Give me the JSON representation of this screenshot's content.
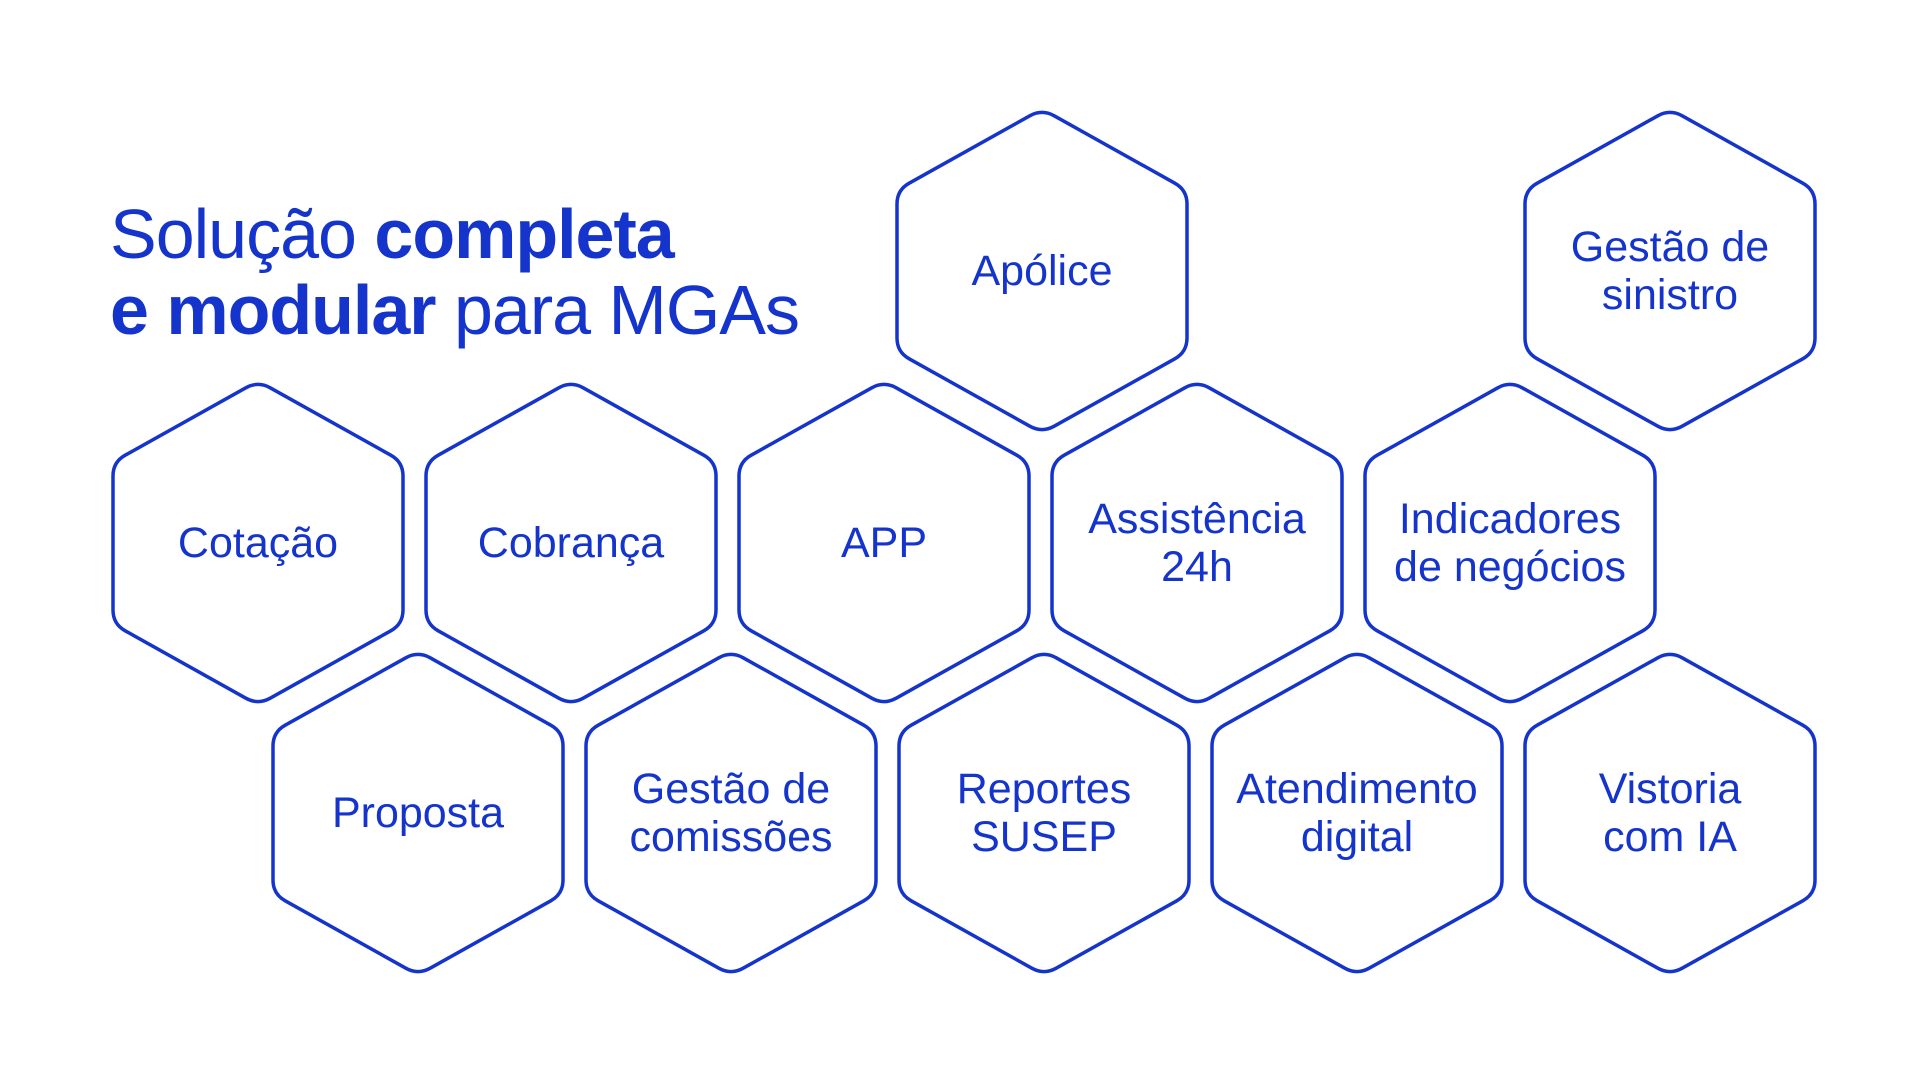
{
  "headline": {
    "line1_regular": "Solução ",
    "line1_bold": "completa",
    "line2_bold": "e modular",
    "line2_regular": " para MGAs"
  },
  "modules": [
    {
      "id": "apolice",
      "lines": [
        "Apólice"
      ]
    },
    {
      "id": "gestao-sinistro",
      "lines": [
        "Gestão de",
        "sinistro"
      ]
    },
    {
      "id": "cotacao",
      "lines": [
        "Cotação"
      ]
    },
    {
      "id": "cobranca",
      "lines": [
        "Cobrança"
      ]
    },
    {
      "id": "app",
      "lines": [
        "APP"
      ]
    },
    {
      "id": "assistencia-24h",
      "lines": [
        "Assistência",
        "24h"
      ]
    },
    {
      "id": "indicadores-negocios",
      "lines": [
        "Indicadores",
        "de negócios"
      ]
    },
    {
      "id": "proposta",
      "lines": [
        "Proposta"
      ]
    },
    {
      "id": "gestao-comissoes",
      "lines": [
        "Gestão de",
        "comissões"
      ]
    },
    {
      "id": "reportes-susep",
      "lines": [
        "Reportes",
        "SUSEP"
      ]
    },
    {
      "id": "atendimento-digital",
      "lines": [
        "Atendimento",
        "digital"
      ]
    },
    {
      "id": "vistoria-ia",
      "lines": [
        "Vistoria",
        "com IA"
      ]
    }
  ],
  "colors": {
    "accent": "#1434cb",
    "background": "#ffffff"
  }
}
